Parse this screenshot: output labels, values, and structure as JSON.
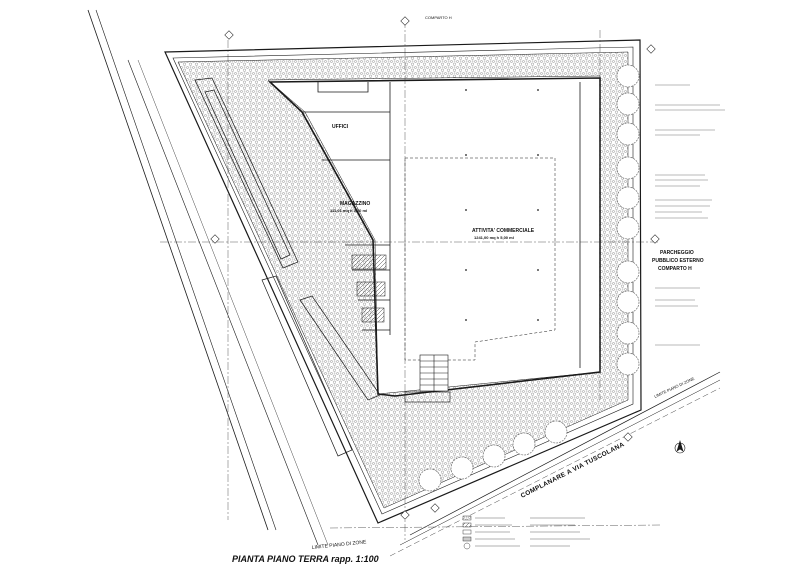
{
  "title": "PIANTA PIANO TERRA rapp. 1:100",
  "rooms": {
    "uffici": "UFFICI",
    "magazzino": "MAGAZZINO",
    "magazzino_area": "111,01 mq  h 3,00 ml",
    "attivita": "ATTIVITA' COMMERCIALE",
    "attivita_area": "1241,00 mq  h 5,00 ml",
    "parcheggio_1": "PARCHEGGIO",
    "parcheggio_2": "PUBBLICO ESTERNO",
    "parcheggio_3": "COMPARTO H"
  },
  "streets": {
    "complanare": "COMPLANARE A VIA TUSCOLANA",
    "comparto_top": "COMPARTO H",
    "limite_bottom": "LIMITE PIANO DI ZONE",
    "limite_right": "LIMITE PIANO DI ZONE"
  },
  "colors": {
    "line": "#1a1a1a",
    "paving": "#8c8c8c",
    "tree": "#555555"
  }
}
